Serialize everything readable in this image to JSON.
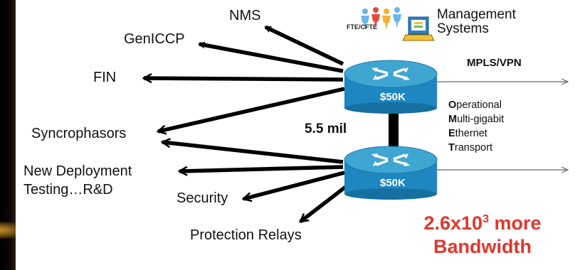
{
  "destinations": {
    "nms": "NMS",
    "genicc": "GenICCP",
    "fin": "FIN",
    "syncrophasors": "Syncrophasors",
    "new_deployment_line1": "New Deployment",
    "new_deployment_line2": "Testing…R&D",
    "security": "Security",
    "protection": "Protection Relays"
  },
  "people_label": "FTE/CFTE",
  "management": {
    "line1": "Management",
    "line2": "Systems"
  },
  "mpls": "MPLS/VPN",
  "routers": {
    "top_price": "$50K",
    "bottom_price": "$50K"
  },
  "link_label": "5.5 mil",
  "omet": [
    {
      "initial": "O",
      "rest": "perational"
    },
    {
      "initial": "M",
      "rest": "ulti-gigabit"
    },
    {
      "initial": "E",
      "rest": "thernet"
    },
    {
      "initial": "T",
      "rest": "ransport"
    }
  ],
  "bandwidth": {
    "line1_prefix": "2.6x10",
    "line1_exponent": "3",
    "line1_suffix": " more",
    "line2": "Bandwidth"
  },
  "colors": {
    "router_top": "#3fa6d2",
    "router_body": "#1e86c0",
    "highlight": "#e2362c",
    "background": "#000000"
  }
}
